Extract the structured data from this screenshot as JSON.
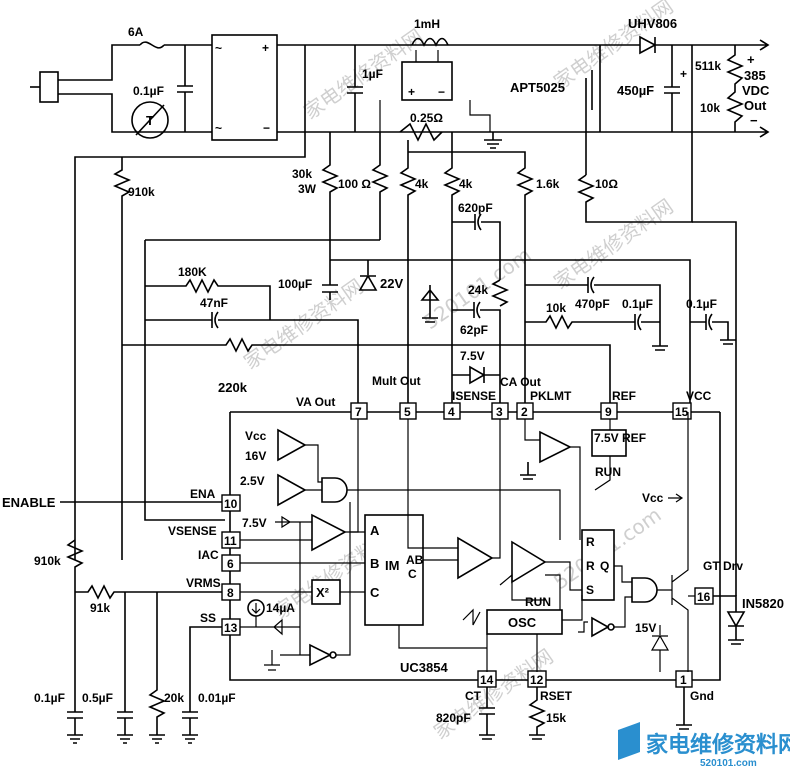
{
  "components": {
    "fuse": "6A",
    "cap_input": "0.1µF",
    "inductor": "1mH",
    "cap_1uf": "1µF",
    "sense_res": "0.25Ω",
    "diode_out": "UHV806",
    "mosfet": "APT5025",
    "cap_out": "450µF",
    "r_511k": "511k",
    "r_10k_out": "10k",
    "output_plus": "+",
    "output_voltage": "385",
    "output_unit": "VDC",
    "output_word": "Out",
    "output_minus": "−",
    "r_910k_top": "910k",
    "r_30k": "30k",
    "r_30k_power": "3W",
    "r_100": "100 Ω",
    "r_4k_a": "4k",
    "r_4k_b": "4k",
    "r_1_6k": "1.6k",
    "r_10ohm": "10Ω",
    "cap_620pf": "620pF",
    "cap_100uf": "100µF",
    "zener_22v": "22V",
    "r_24k": "24k",
    "cap_62pf": "62pF",
    "r_180k": "180K",
    "cap_47nf": "47nF",
    "cap_470pf": "470pF",
    "cap_0_1uf_a": "0.1µF",
    "cap_0_1uf_b": "0.1µF",
    "r_10k": "10k",
    "r_220k": "220k",
    "zener_7_5v": "7.5V",
    "enable": "ENABLE",
    "r_910k_bottom": "910k",
    "r_91k": "91k",
    "cap_bot_1": "0.1µF",
    "cap_bot_2": "0.5µF",
    "r_20k": "20k",
    "cap_bot_3": "0.01µF",
    "ct_cap": "820pF",
    "rset_res": "15k",
    "zener_15v": "15V",
    "diode_in5820": "IN5820"
  },
  "ic": {
    "name": "UC3854",
    "pins": [
      {
        "num": "7",
        "label": "VA  Out"
      },
      {
        "num": "5",
        "label": "Mult Out"
      },
      {
        "num": "4",
        "label": "ISENSE"
      },
      {
        "num": "3",
        "label": "CA Out"
      },
      {
        "num": "2",
        "label": "PKLMT"
      },
      {
        "num": "9",
        "label": "REF"
      },
      {
        "num": "15",
        "label": "VCC"
      },
      {
        "num": "10",
        "label": "ENA"
      },
      {
        "num": "11",
        "label": "VSENSE"
      },
      {
        "num": "6",
        "label": "IAC"
      },
      {
        "num": "8",
        "label": "VRMS"
      },
      {
        "num": "13",
        "label": "SS"
      },
      {
        "num": "14",
        "label": "CT"
      },
      {
        "num": "12",
        "label": "RSET"
      },
      {
        "num": "1",
        "label": "Gnd"
      },
      {
        "num": "16",
        "label": "GT Drv"
      }
    ],
    "internal": {
      "vcc": "Vcc",
      "v16": "16V",
      "v2_5": "2.5V",
      "v7_5": "7.5V",
      "ref_box": "7.5V REF",
      "run_a": "RUN",
      "run_b": "RUN",
      "vcc_int": "Vcc",
      "i14ua": "14µA",
      "x2": "X²",
      "mult_a": "A",
      "mult_b": "B",
      "mult_c": "C",
      "mult_im": "IM",
      "mult_ab": "AB",
      "mult_cc": "C",
      "osc": "OSC",
      "ff_r1": "R",
      "ff_r2": "R",
      "ff_q": "Q",
      "ff_s": "S"
    }
  },
  "watermark": {
    "brand": "家电维修资料网",
    "url": "520101.com"
  }
}
